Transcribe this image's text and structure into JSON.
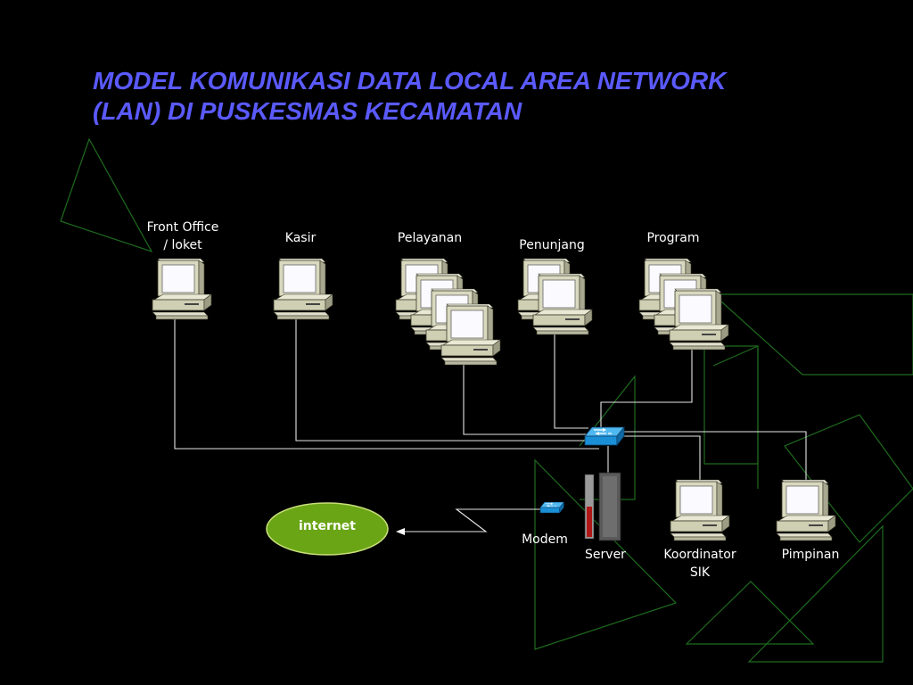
{
  "title": {
    "line1": "MODEL KOMUNIKASI DATA LOCAL AREA NETWORK",
    "line2": "(LAN) DI PUSKESMAS KECAMATAN"
  },
  "nodes": {
    "front_office": {
      "line1": "Front Office",
      "line2": "/ loket"
    },
    "kasir": "Kasir",
    "pelayanan": "Pelayanan",
    "penunjang": "Penunjang",
    "program": "Program",
    "modem": "Modem",
    "server": "Server",
    "koordinator": {
      "line1": "Koordinator",
      "line2": "SIK"
    },
    "pimpinan": "Pimpinan",
    "internet": "internet"
  },
  "colors": {
    "background": "#000000",
    "title": "#5a5aff",
    "decor_lines": "#1e6b1e",
    "computer_body": "#d9d9c0",
    "switch": "#1a8fd6",
    "internet_fill": "#6aa516",
    "server_accent": "#b01818"
  },
  "icons": [
    "computer-icon",
    "switch-icon",
    "modem-icon",
    "server-icon",
    "cloud-ellipse-icon"
  ]
}
